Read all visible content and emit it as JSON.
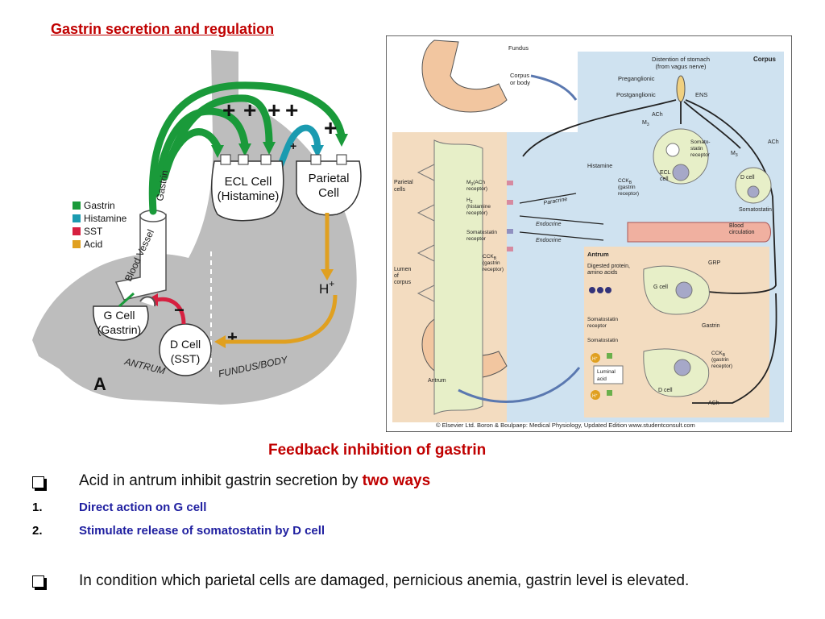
{
  "slide": {
    "title": "Gastrin secretion and regulation",
    "subtitle": "Feedback inhibition of gastrin",
    "bullet1": {
      "text": "Acid in antrum inhibit gastrin secretion by ",
      "highlight": "two ways"
    },
    "numbered": [
      {
        "num": "1.",
        "text": "Direct action on G cell"
      },
      {
        "num": "2.",
        "text": "Stimulate release of somatostatin by D cell"
      }
    ],
    "bullet2": "In condition which parietal cells are damaged, pernicious anemia, gastrin level is elevated."
  },
  "left_figure": {
    "legend": [
      "Gastrin",
      "Histamine",
      "SST",
      "Acid"
    ],
    "legend_colors": [
      "#1a9a3a",
      "#1b9bb0",
      "#d62040",
      "#e0a020"
    ],
    "plus": "+",
    "minus": "−",
    "ecl_cell": [
      "ECL Cell",
      "(Histamine)"
    ],
    "parietal_cell": [
      "Parietal",
      "Cell"
    ],
    "g_cell": [
      "G Cell",
      "(Gastrin)"
    ],
    "d_cell": [
      "D Cell",
      "(SST)"
    ],
    "h_plus": "H",
    "h_plus_sup": "+",
    "gastrin_label": "Gastrin",
    "blood_vessel": "Blood Vessel",
    "antrum": "ANTRUM",
    "fundus_body": "FUNDUS/BODY",
    "panel": "A"
  },
  "right_figure": {
    "fundus": "Fundus",
    "corpus_or_body": [
      "Corpus",
      "or body"
    ],
    "distention": [
      "Distention of stomach",
      "(from vagus nerve)"
    ],
    "corpus": "Corpus",
    "preganglionic": "Preganglionic",
    "postganglionic": "Postganglionic",
    "ens": "ENS",
    "ach": "ACh",
    "m3": "M",
    "m3_sub": "3",
    "somatostatin_receptor": [
      "Somato-",
      "statin",
      "receptor"
    ],
    "histamine": "Histamine",
    "ecl_cell": [
      "ECL",
      "cell"
    ],
    "cckb": [
      "CCK",
      "(gastrin",
      "receptor)"
    ],
    "cckb_sub": "B",
    "d_cell": "D cell",
    "somatostatin": "Somatostatin",
    "parietal_cells": [
      "Parietal",
      "cells"
    ],
    "m3_ach_receptor": [
      "M",
      "(ACh",
      "receptor)"
    ],
    "h2_receptor": [
      "H",
      "(histamine",
      "receptor)"
    ],
    "h2_sub": "2",
    "paracrine": "Paracrine",
    "endocrine": "Endocrine",
    "blood_circulation": [
      "Blood",
      "circulation"
    ],
    "somatostatin_receptor_left": [
      "Somatostatin",
      "receptor"
    ],
    "cckb_left": [
      "CCK",
      "(gastrin",
      "receptor)"
    ],
    "lumen_of_corpus": [
      "Lumen",
      "of",
      "corpus"
    ],
    "antrum": "Antrum",
    "digested_protein": [
      "Digested protein,",
      "amino acids"
    ],
    "grp": "GRP",
    "g_cell": "G cell",
    "gastrin": "Gastrin",
    "somatostatin_receptor_antrum": [
      "Somatostatin",
      "receptor"
    ],
    "somatostatin_antrum": "Somatostatin",
    "luminal_acid": [
      "Luminal",
      "acid"
    ],
    "h_ion": "H",
    "h_sup": "+",
    "antrum_arrow": "Antrum",
    "cckb_antrum": [
      "CCK",
      "(gastrin",
      "receptor)"
    ],
    "ach_antrum": "ACh",
    "credit": "© Elsevier Ltd. Boron & Boulpaep: Medical Physiology, Updated Edition   www.studentconsult.com"
  }
}
